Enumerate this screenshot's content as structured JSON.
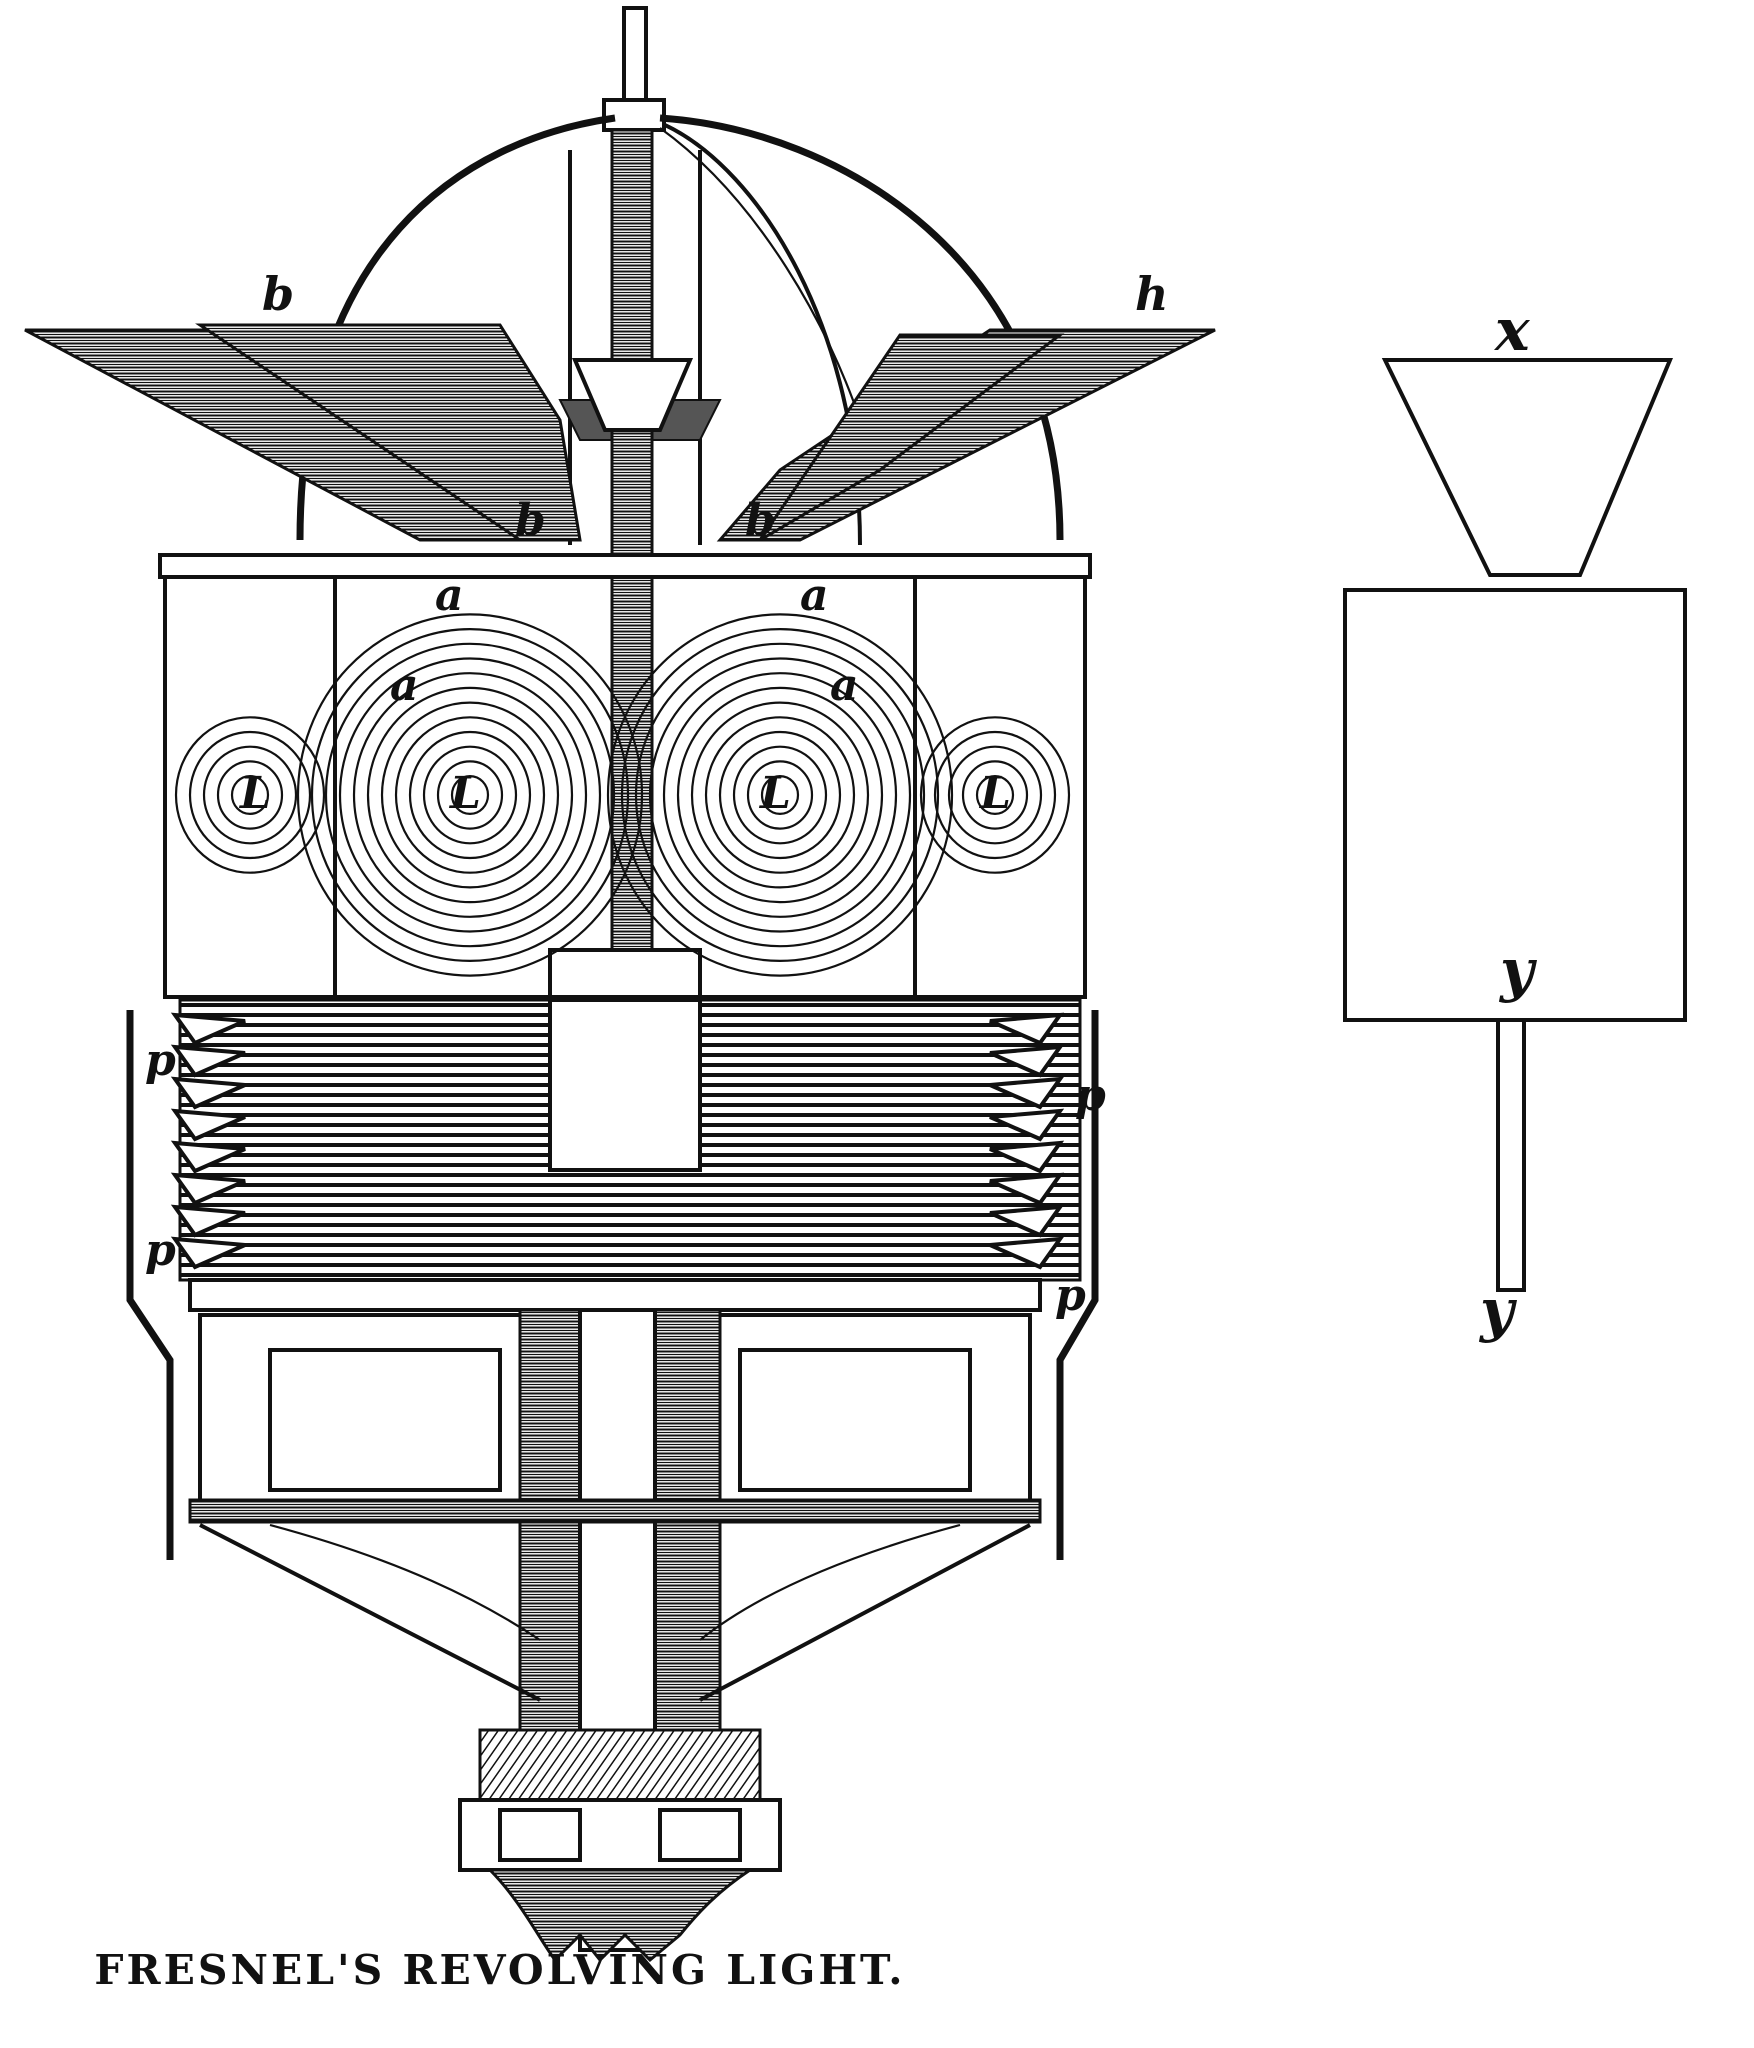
{
  "caption": "FRESNEL'S REVOLVING LIGHT.",
  "labels": {
    "b_left_top": "b",
    "h_right_top": "h",
    "b_center_left": "b",
    "b_center_right": "b",
    "a_left_1": "a",
    "a_left_2": "a",
    "a_right_1": "a",
    "a_right_2": "a",
    "L1": "L",
    "L2": "L",
    "L3": "L",
    "L4": "L",
    "p_left_1": "p",
    "p_left_2": "p",
    "p_right_1": "p",
    "p_right_2": "p",
    "x_label": "x",
    "y_label_1": "y",
    "y_label_2": "y"
  }
}
